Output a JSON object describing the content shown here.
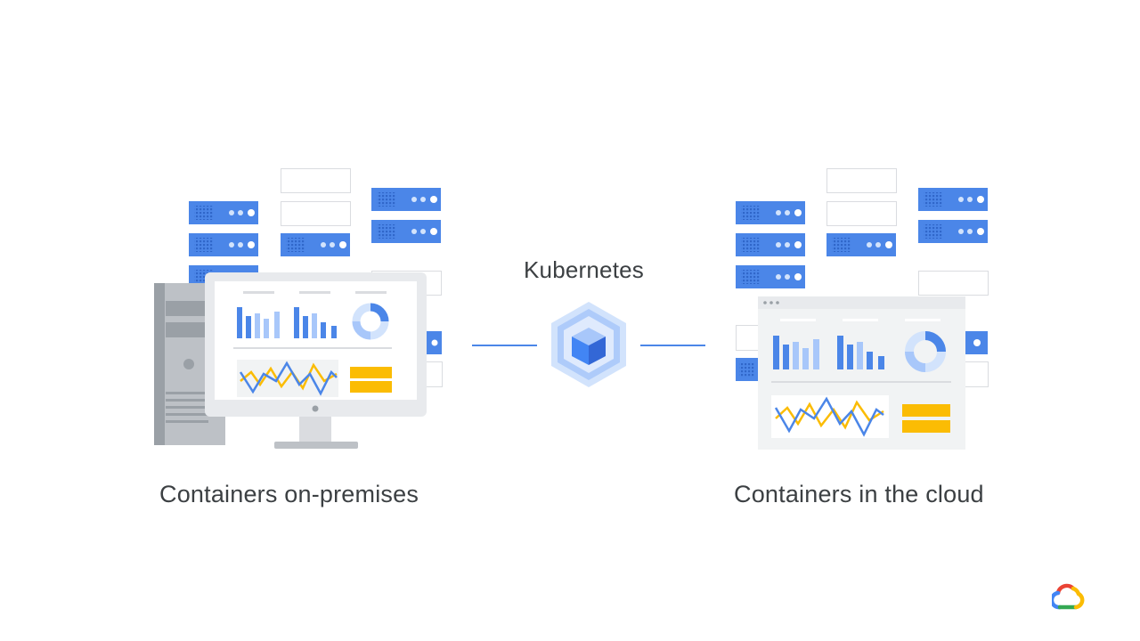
{
  "labels": {
    "on_premises": "Containers on-premises",
    "kubernetes": "Kubernetes",
    "cloud": "Containers in the cloud"
  },
  "colors": {
    "server_blue": "#4b86e8",
    "server_dark": "#3367d6",
    "chart_blue": "#4b86e8",
    "chart_light": "#a8c7fa",
    "chart_yellow": "#fbbc04",
    "k8s_blue": "#4285f4",
    "k8s_light": "#aecbfa",
    "text": "#3c4043",
    "line": "#4b86e8"
  },
  "icons": {
    "kubernetes": "kubernetes-hexagon-icon",
    "brand": "google-cloud-logo"
  }
}
